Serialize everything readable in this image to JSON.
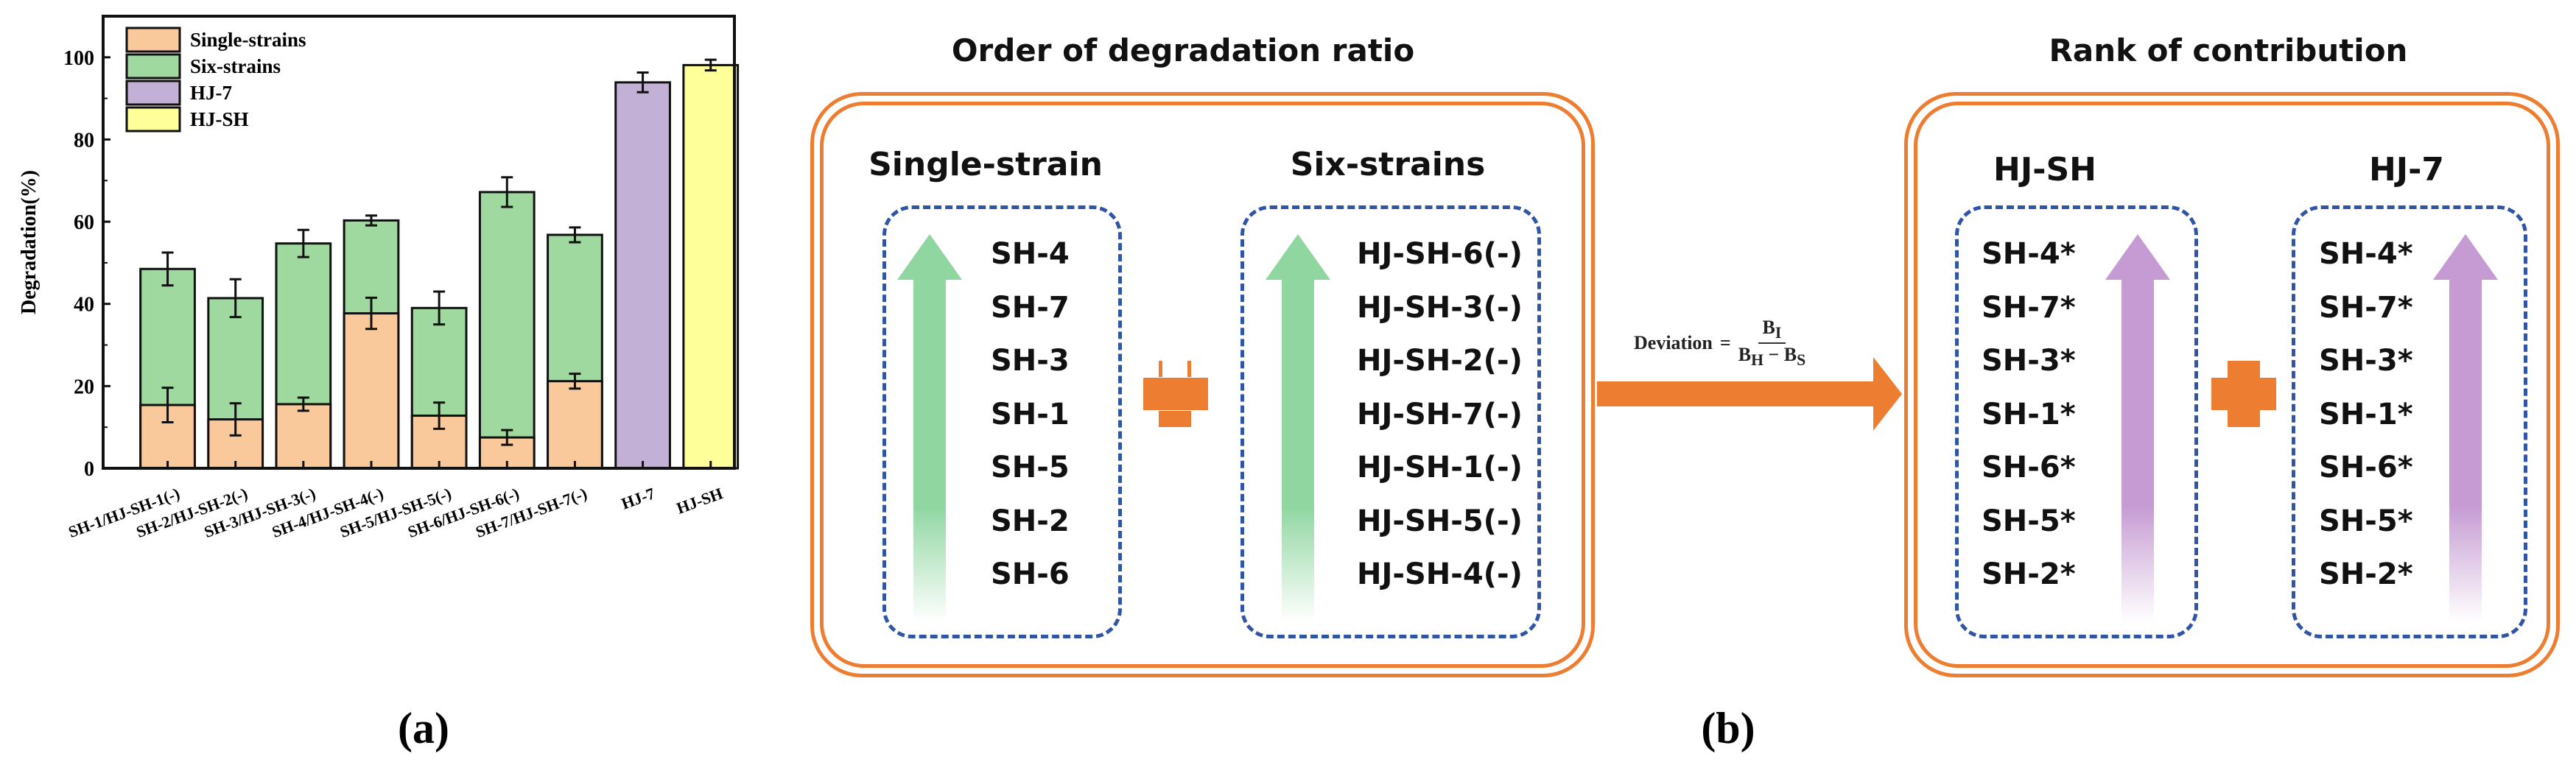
{
  "chart_data": {
    "type": "bar",
    "ylabel": "Degradation(%)",
    "xlabel": "",
    "ylim": [
      0,
      110
    ],
    "yticks": [
      0,
      20,
      40,
      60,
      80,
      100
    ],
    "categories": [
      "SH-1/HJ-SH-1(-)",
      "SH-2/HJ-SH-2(-)",
      "SH-3/HJ-SH-3(-)",
      "SH-4/HJ-SH-4(-)",
      "SH-5/HJ-SH-5(-)",
      "SH-6/HJ-SH-6(-)",
      "SH-7/HJ-SH-7(-)",
      "HJ-7",
      "HJ-SH"
    ],
    "legend_position": "top-left",
    "series": [
      {
        "name": "Single-strains",
        "color": "#F9C89B",
        "values": [
          15.4,
          11.9,
          15.6,
          37.7,
          12.8,
          7.5,
          21.2,
          null,
          null
        ],
        "errors": [
          4.2,
          3.9,
          1.6,
          3.8,
          3.2,
          1.8,
          1.8,
          null,
          null
        ]
      },
      {
        "name": "Six-strains",
        "color": "#A0D9A0",
        "values": [
          48.5,
          41.4,
          54.7,
          60.3,
          39.0,
          67.2,
          56.8,
          null,
          null
        ],
        "errors": [
          4.0,
          4.6,
          3.3,
          1.2,
          4.0,
          3.6,
          1.8,
          null,
          null
        ]
      },
      {
        "name": "HJ-7",
        "color": "#C2B0D6",
        "values": [
          null,
          null,
          null,
          null,
          null,
          null,
          null,
          93.9,
          null
        ],
        "errors": [
          null,
          null,
          null,
          null,
          null,
          null,
          null,
          2.4,
          null
        ]
      },
      {
        "name": "HJ-SH",
        "color": "#FFFF99",
        "values": [
          null,
          null,
          null,
          null,
          null,
          null,
          null,
          null,
          98.1
        ],
        "errors": [
          null,
          null,
          null,
          null,
          null,
          null,
          null,
          null,
          1.3
        ]
      }
    ]
  },
  "panel_labels": {
    "a": "(a)",
    "b": "(b)"
  },
  "diagram": {
    "left_title": "Order of degradation ratio",
    "right_title": "Rank of contribution",
    "colors": {
      "frame": "#ED7D31",
      "dashed": "#2F55A4",
      "green_arrow": "#8FD6A0",
      "purple_arrow": "#C69BD3"
    },
    "single_strain": {
      "label": "Single-strain",
      "items": [
        "SH-4",
        "SH-7",
        "SH-3",
        "SH-1",
        "SH-5",
        "SH-2",
        "SH-6"
      ]
    },
    "six_strains": {
      "label": "Six-strains",
      "items": [
        "HJ-SH-6(-)",
        "HJ-SH-3(-)",
        "HJ-SH-2(-)",
        "HJ-SH-7(-)",
        "HJ-SH-1(-)",
        "HJ-SH-5(-)",
        "HJ-SH-4(-)"
      ]
    },
    "hj_sh": {
      "label": "HJ-SH",
      "items": [
        "SH-4*",
        "SH-7*",
        "SH-3*",
        "SH-1*",
        "SH-6*",
        "SH-5*",
        "SH-2*"
      ]
    },
    "hj_7": {
      "label": "HJ-7",
      "items": [
        "SH-4*",
        "SH-7*",
        "SH-3*",
        "SH-1*",
        "SH-6*",
        "SH-5*",
        "SH-2*"
      ]
    },
    "formula": {
      "lhs": "Deviation",
      "eq": "=",
      "numerator": "B",
      "numerator_sub": "I",
      "den_a": "B",
      "den_a_sub": "H",
      "minus": "−",
      "den_b": "B",
      "den_b_sub": "S"
    }
  }
}
